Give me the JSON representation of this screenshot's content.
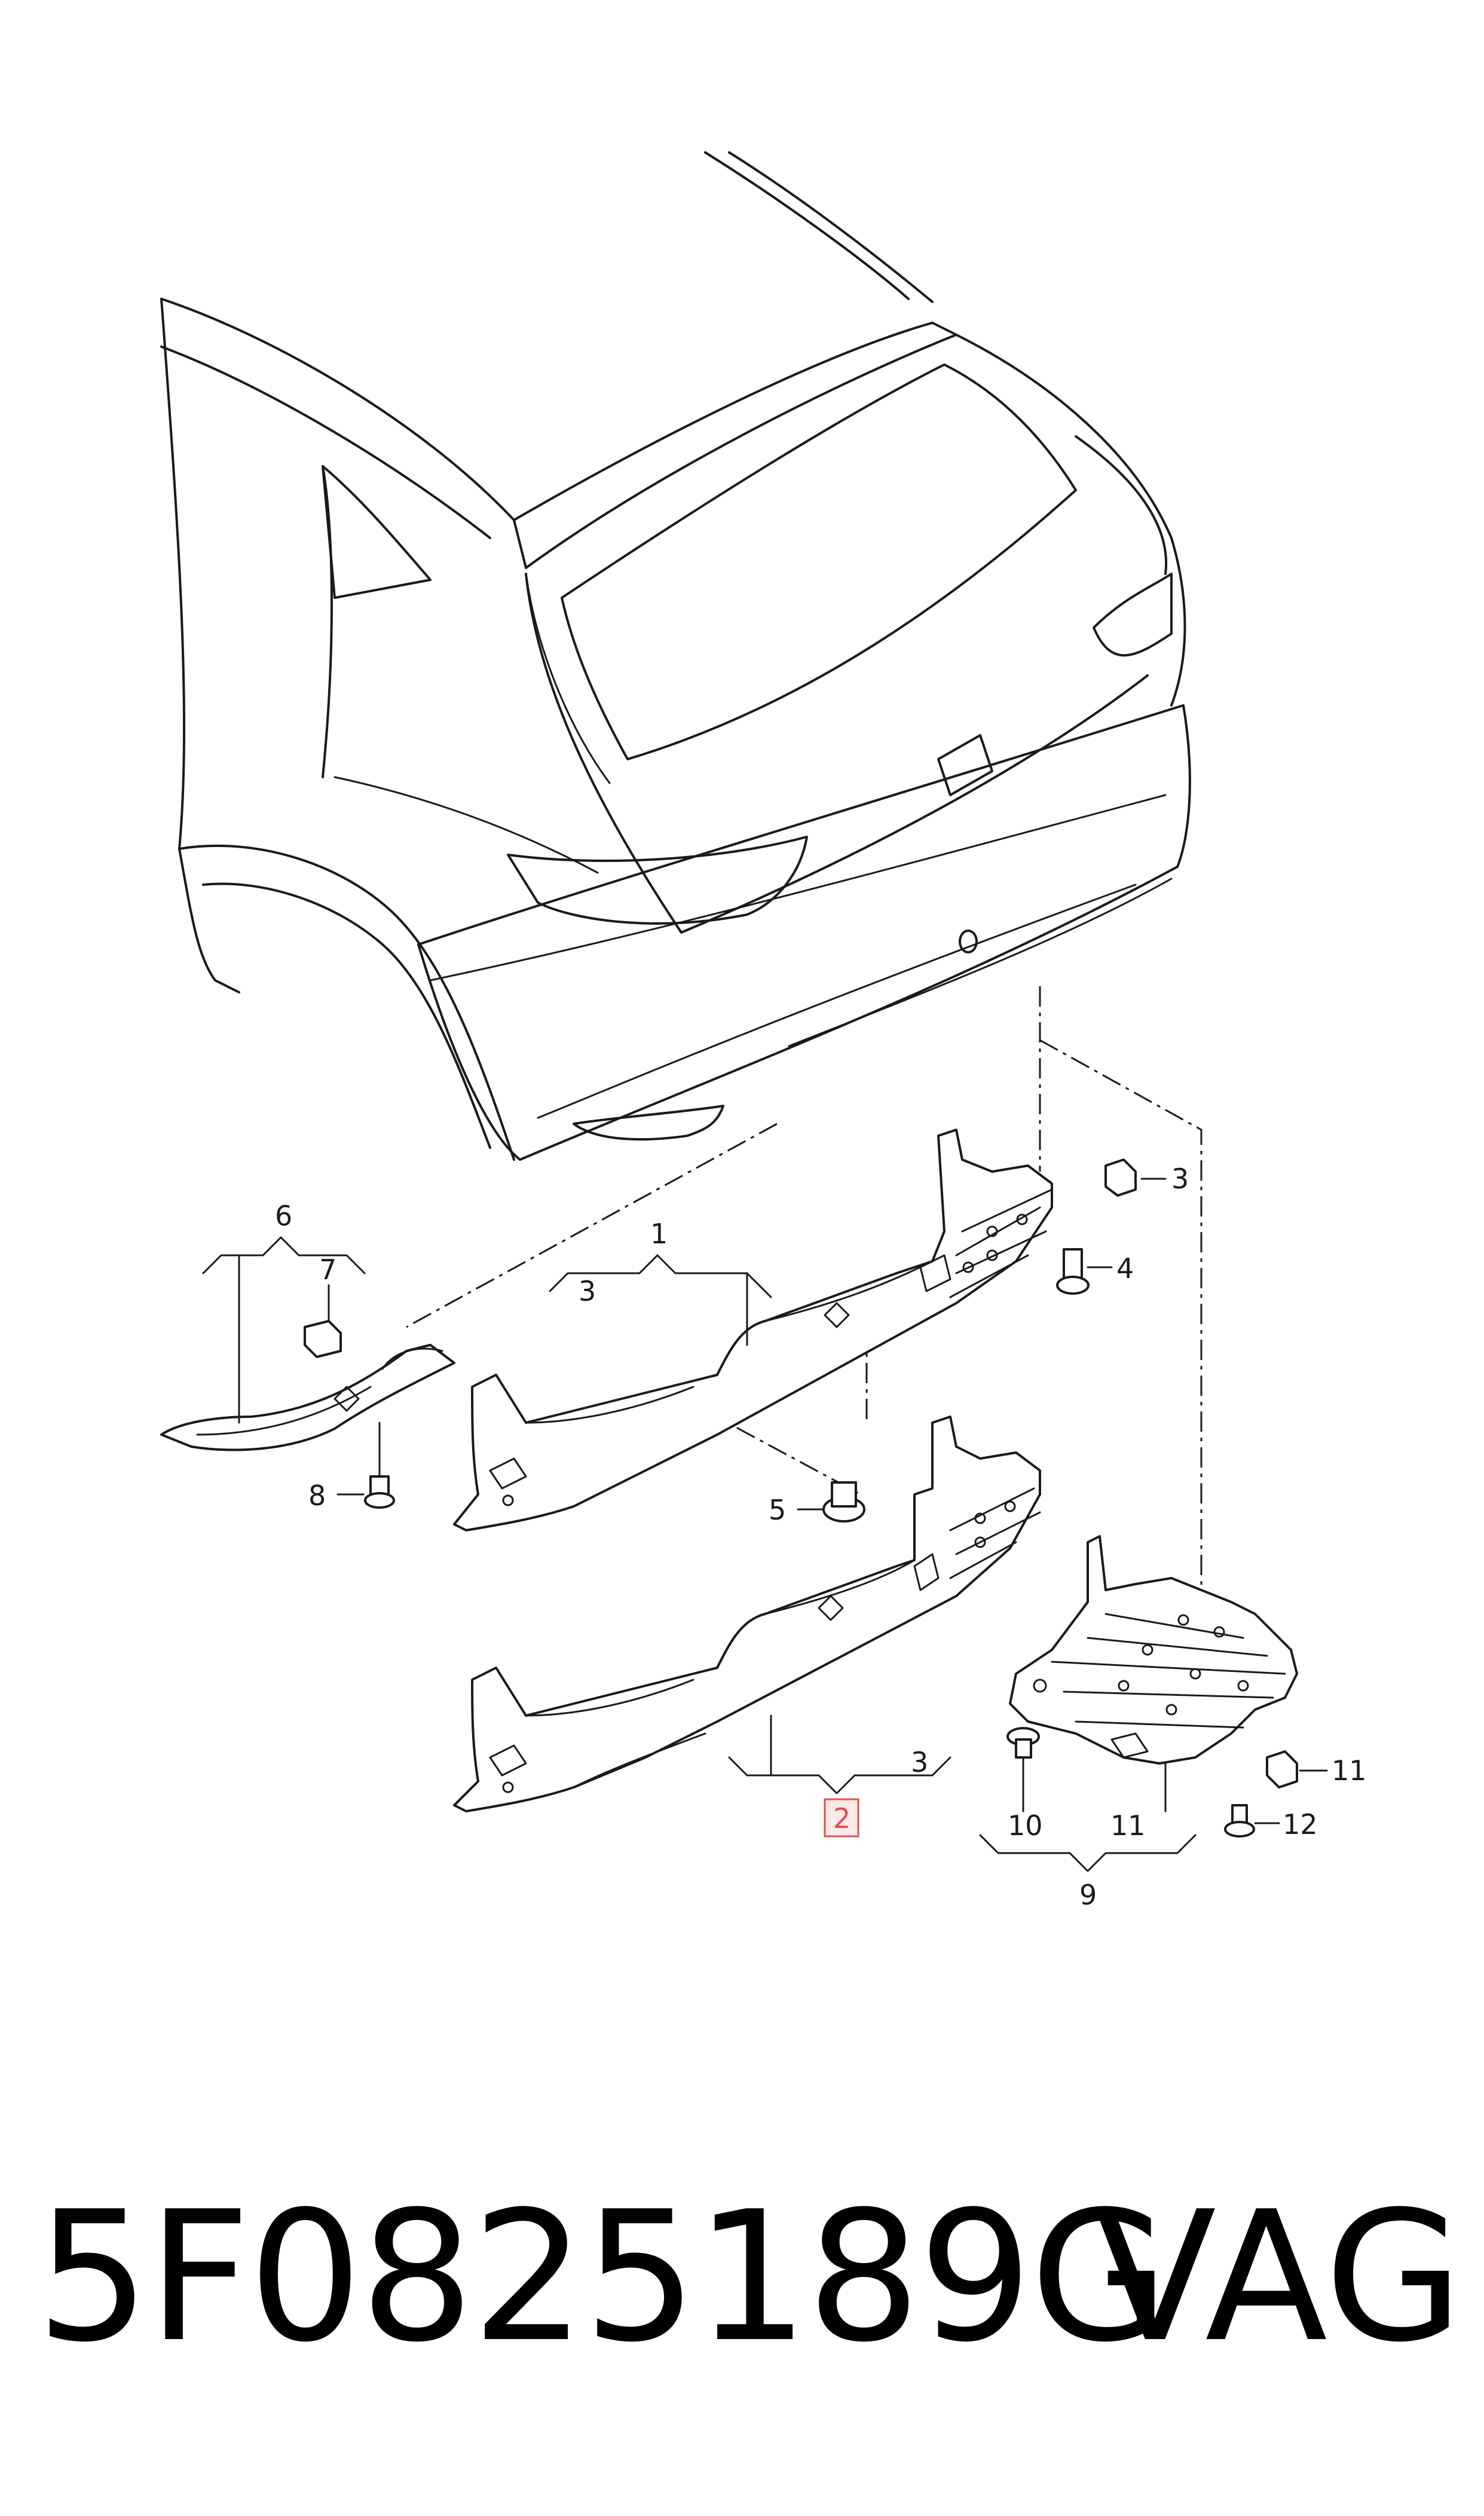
{
  "callouts": {
    "c1": "1",
    "c2": "2",
    "c3a": "3",
    "c3b": "3",
    "c3c": "3",
    "c4": "4",
    "c5": "5",
    "c6": "6",
    "c7": "7",
    "c8": "8",
    "c9": "9",
    "c10": "10",
    "c11a": "11",
    "c11b": "11",
    "c12": "12"
  },
  "highlight_color": "#e05050",
  "footer": {
    "part_number": "5F0825189G",
    "brand": "VAG"
  }
}
